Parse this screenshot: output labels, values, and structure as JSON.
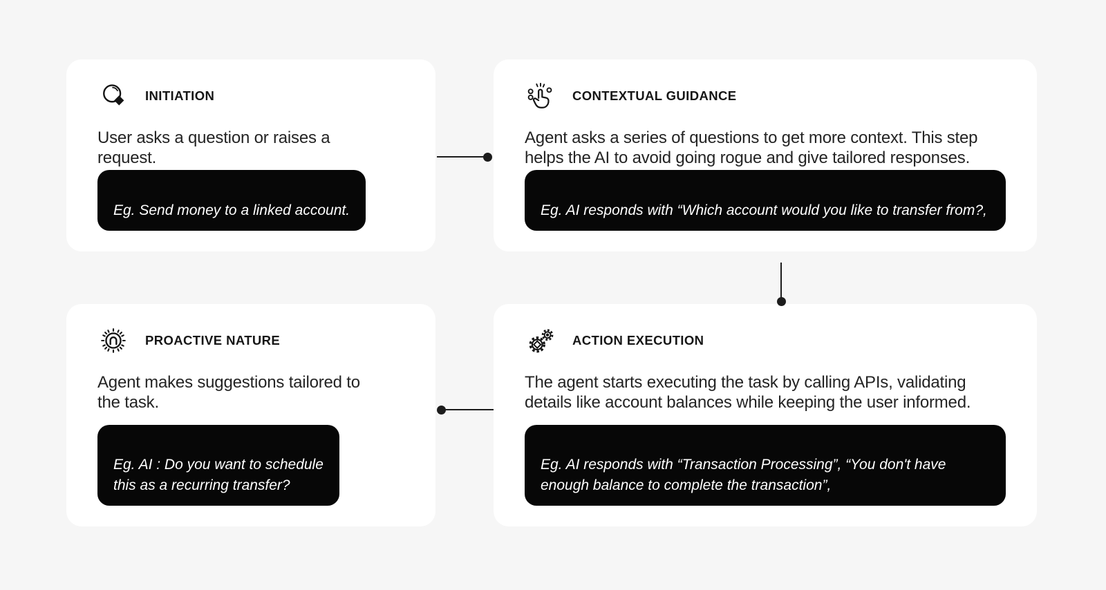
{
  "theme": {
    "background": "#f6f6f6",
    "card_background": "#ffffff",
    "pill_background": "#070707",
    "pill_text": "#ffffff",
    "title_color": "#161616",
    "body_color": "#242424",
    "connector_color": "#1c1c1c"
  },
  "cards": [
    {
      "icon": "cursor-select-icon",
      "title": "INITIATION",
      "body": "User asks a question or raises a\nrequest.",
      "example": "Eg. Send money to a linked account."
    },
    {
      "icon": "tap-gesture-icon",
      "title": "CONTEXTUAL GUIDANCE",
      "body": "Agent asks a series of questions to get more context. This step\nhelps the AI to avoid going rogue and give tailored responses.",
      "example": "Eg. AI responds with “Which account would you like to transfer from?,"
    },
    {
      "icon": "radiant-bulb-icon",
      "title": "PROACTIVE NATURE",
      "body": "Agent makes suggestions tailored to\nthe task.",
      "example": "Eg. AI : Do you want to schedule\nthis as a recurring transfer?"
    },
    {
      "icon": "gears-icon",
      "title": "ACTION EXECUTION",
      "body": "The agent starts executing the task by calling APIs, validating\ndetails like account balances while keeping the user informed.",
      "example": "Eg. AI responds with “Transaction Processing”, “You don't have\nenough balance to complete the transaction”,"
    }
  ]
}
